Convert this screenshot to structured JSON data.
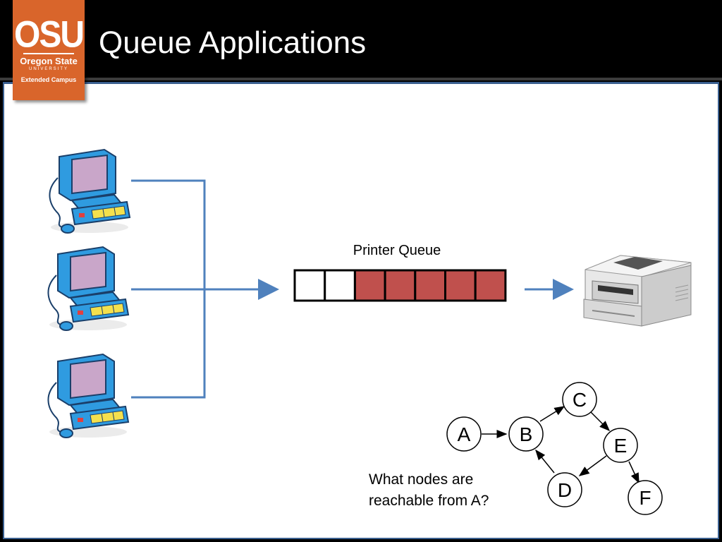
{
  "header": {
    "title": "Queue Applications",
    "logo": {
      "acronym": "OSU",
      "name": "Oregon State",
      "subtitle": "UNIVERSITY",
      "campus": "Extended Campus"
    }
  },
  "queue": {
    "label": "Printer Queue",
    "slots_total": 7,
    "slots_filled": 5,
    "empty_color": "#ffffff",
    "filled_color": "#c0504d"
  },
  "graph": {
    "nodes": [
      "A",
      "B",
      "C",
      "D",
      "E",
      "F"
    ],
    "edges": [
      [
        "A",
        "B"
      ],
      [
        "B",
        "C"
      ],
      [
        "C",
        "E"
      ],
      [
        "E",
        "D"
      ],
      [
        "D",
        "B"
      ],
      [
        "E",
        "F"
      ]
    ],
    "question_line1": "What nodes are",
    "question_line2": "reachable from A?"
  },
  "colors": {
    "accent": "#d9652b",
    "connector": "#4f81bd",
    "monitor": "#2f9be0"
  }
}
